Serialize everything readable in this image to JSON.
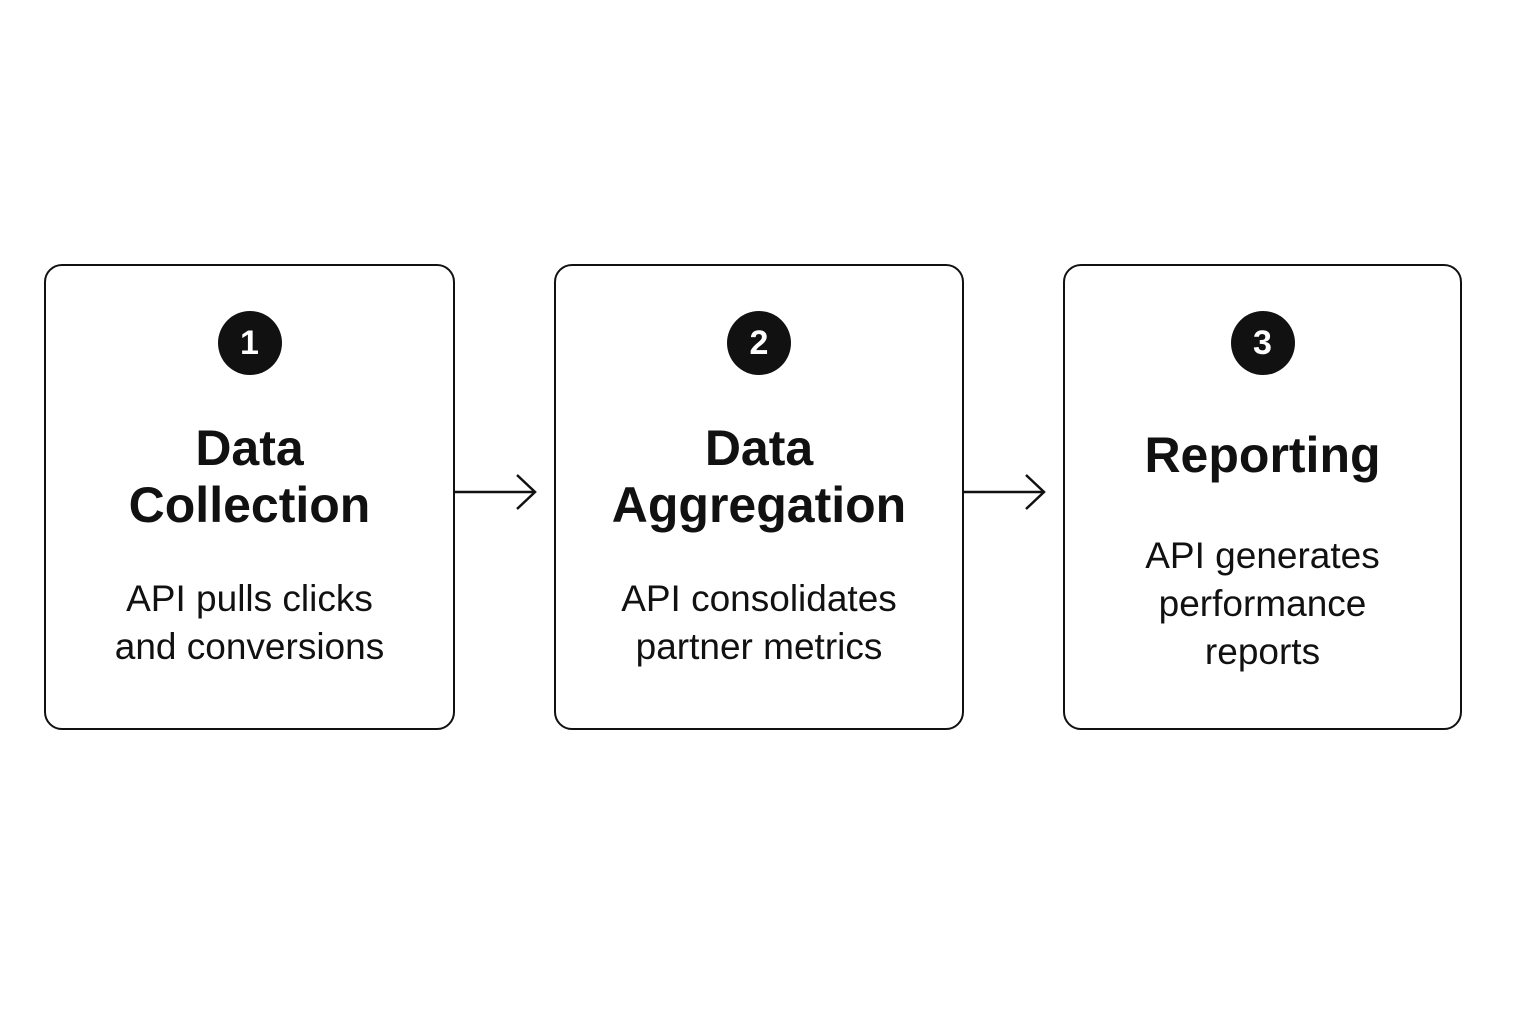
{
  "steps": [
    {
      "number": "1",
      "title_lines": [
        "Data",
        "Collection"
      ],
      "desc_lines": [
        "API pulls clicks",
        "and conversions"
      ]
    },
    {
      "number": "2",
      "title_lines": [
        "Data",
        "Aggregation"
      ],
      "desc_lines": [
        "API consolidates",
        "partner metrics"
      ]
    },
    {
      "number": "3",
      "title_lines": [
        "Reporting"
      ],
      "desc_lines": [
        "API generates",
        "performance",
        "reports"
      ]
    }
  ],
  "icons": {
    "connector": "right-arrow-icon"
  },
  "colors": {
    "ink": "#111111",
    "background": "#ffffff"
  }
}
